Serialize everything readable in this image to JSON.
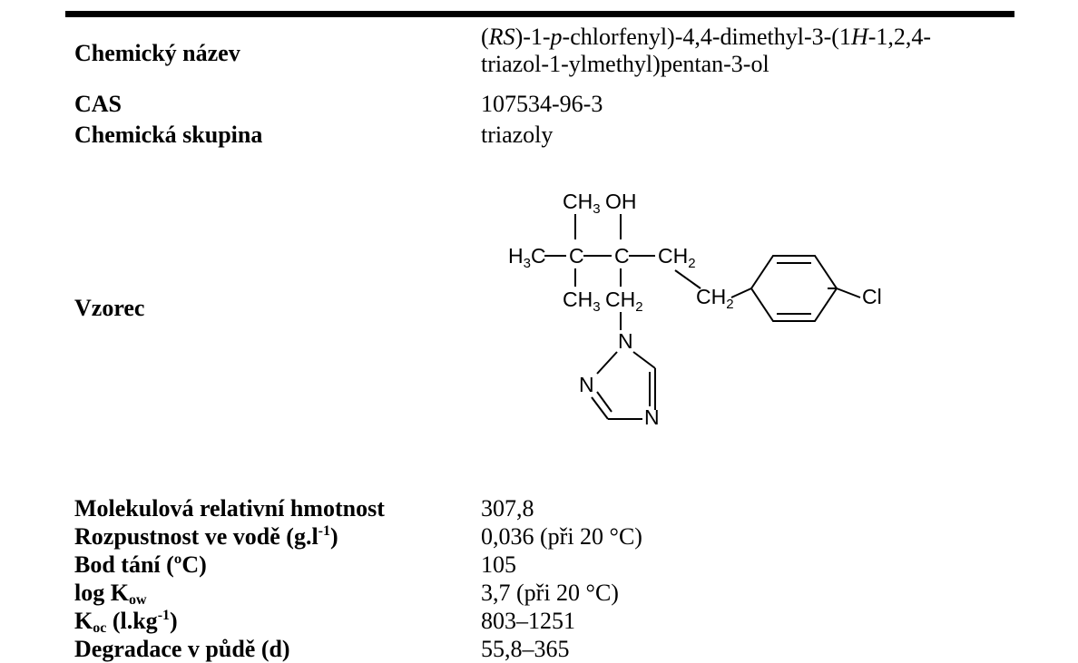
{
  "rows": {
    "name": {
      "label": "Chemický název",
      "value_line1_a": "(",
      "value_line1_rs": "RS",
      "value_line1_b": ")-1-",
      "value_line1_p": "p",
      "value_line1_c": "-chlorfenyl)-4,4-dimethyl-3-(1",
      "value_line1_h": "H",
      "value_line1_d": "-1,2,4-",
      "value_line2": "triazol-1-ylmethyl)pentan-3-ol"
    },
    "cas": {
      "label": "CAS",
      "value": "107534-96-3"
    },
    "group": {
      "label": "Chemická skupina",
      "value": "triazoly"
    },
    "formula": {
      "label": "Vzorec"
    },
    "mw": {
      "label": "Molekulová relativní hmotnost",
      "value": "307,8"
    },
    "solubility": {
      "label_a": "Rozpustnost ve vodě (g.l",
      "label_sup": "-1",
      "label_b": ")",
      "value": "0,036 (při 20 °C)"
    },
    "melting": {
      "label": "Bod tání (ºC)",
      "value": "105"
    },
    "logkow": {
      "label_a": "log K",
      "label_sub": "ow",
      "value": "3,7 (při 20 °C)"
    },
    "koc": {
      "label_a": "K",
      "label_sub": "oc",
      "label_b": " (l.kg",
      "label_sup": "-1",
      "label_c": ")",
      "value": "803–1251"
    },
    "degradation": {
      "label": "Degradace v půdě (d)",
      "value": "55,8–365"
    }
  },
  "structure": {
    "ch3_top": "CH",
    "ch3_top_sub": "3",
    "oh": "OH",
    "h3c": "H",
    "h3c_sub": "3",
    "h3c_c": "C",
    "c1": "C",
    "c2": "C",
    "ch2_right": "CH",
    "ch2_right_sub": "2",
    "ch3_bottom": "CH",
    "ch3_bottom_sub": "3",
    "ch2_bottom": "CH",
    "ch2_bottom_sub": "2",
    "ch2_link": "CH",
    "ch2_link_sub": "2",
    "cl": "Cl",
    "n1": "N",
    "n2": "N",
    "n4": "N"
  }
}
